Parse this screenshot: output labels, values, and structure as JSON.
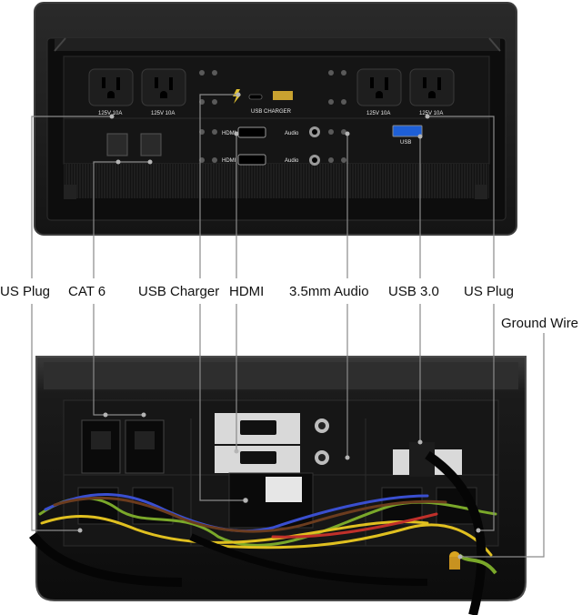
{
  "labels": {
    "us_plug_left": "US Plug",
    "cat6": "CAT 6",
    "usb_charger": "USB Charger",
    "hdmi": "HDMI",
    "audio": "3.5mm Audio",
    "usb3": "USB 3.0",
    "us_plug_right": "US Plug",
    "ground_wire": "Ground Wire"
  },
  "panel_text": {
    "outlet_rating_1": "125V 10A",
    "outlet_rating_2": "125V 10A",
    "outlet_rating_3": "125V 10A",
    "outlet_rating_4": "125V 10A",
    "usb_charger": "USB CHARGER",
    "hdmi_1": "HDMI",
    "hdmi_2": "HDMI",
    "audio_1": "Audio",
    "audio_2": "Audio",
    "usb": "USB"
  },
  "colors": {
    "housing": "#1a1a1a",
    "panel": "#0e0e0e",
    "label_text": "#111111",
    "leader_line": "#8a8a8a",
    "usb3_blue": "#1e5fd6"
  }
}
